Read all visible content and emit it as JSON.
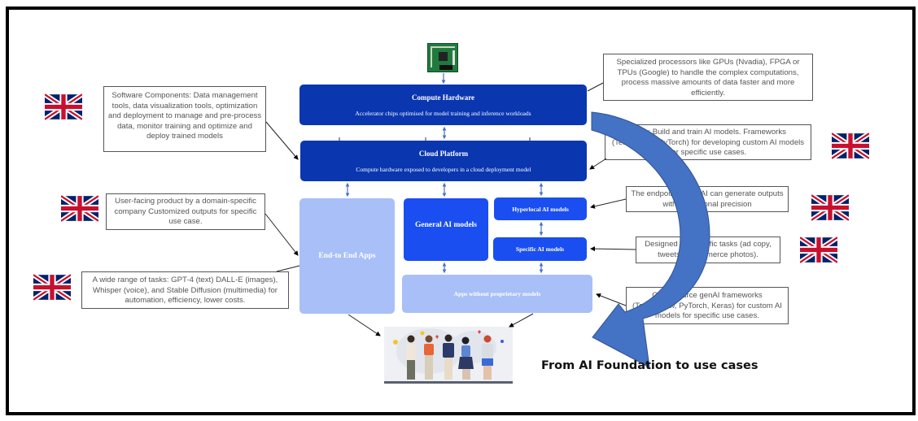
{
  "diagram": {
    "caption": "From AI Foundation to use cases",
    "colors": {
      "dark_blue": "#0a36b0",
      "bright_blue": "#1a4ef0",
      "light_blue": "#a8bff7",
      "flow_arrow": "#4472c4",
      "flag_blue": "#012169",
      "flag_red": "#c8102e"
    },
    "layers": {
      "compute_hardware": {
        "title": "Compute Hardware",
        "subtitle": "Accelerator chips optimised for model training and inference workloads"
      },
      "cloud_platform": {
        "title": "Cloud Platform",
        "subtitle": "Compute hardware exposed to developers in a cloud deployment model"
      },
      "end_to_end_apps": {
        "title": "End-to End Apps"
      },
      "general_ai_models": {
        "title": "General AI models"
      },
      "hyperlocal_ai_models": {
        "title": "Hyperlocal AI models"
      },
      "specific_ai_models": {
        "title": "Specific AI models"
      },
      "apps_without_models": {
        "title": "Apps without proprietary models"
      }
    },
    "notes": {
      "software_components": "Software Components: Data management tools, data visualization tools, optimization and deployment to manage and pre-process data, monitor training and optimize and deploy trained models",
      "specialized_processors": "Specialized processors like GPUs (Nvadia), FPGA or TPUs (Google) to handle the complex computations, process massive amounts of data faster and more efficiently.",
      "tools": "Tools: Build and train AI models. Frameworks (TensorFlow, PyTorch) for developing custom AI models for specific use cases.",
      "user_facing": "User-facing product by a domain-specific company Customized outputs for specific use case.",
      "endpoint": "The endpoint of genAI can generate outputs with exceptional precision",
      "designed_for": "Designed for specific tasks (ad copy, tweets, e-commerce photos).",
      "wide_range": "A wide range of tasks: GPT-4 (text) DALL-E (images), Whisper (voice), and Stable Diffusion (multimedia) for automation, efficiency, lower costs.",
      "open_source": "Open-source genAI frameworks (TensorFlow, PyTorch, Keras) for custom AI models for specific use cases."
    },
    "images": {
      "chip": "circuit-board-image",
      "people": "people-group-illustration",
      "flag": "uk-flag"
    }
  }
}
